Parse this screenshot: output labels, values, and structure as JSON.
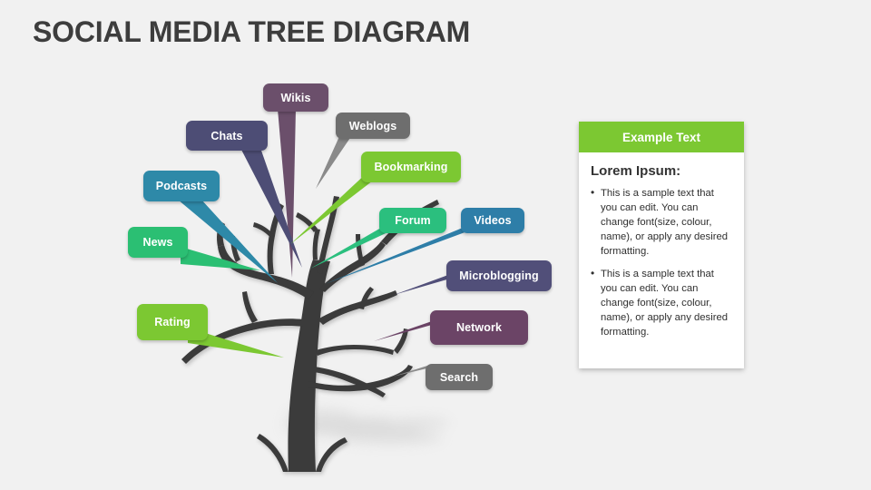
{
  "page": {
    "title": "SOCIAL MEDIA TREE DIAGRAM",
    "background_color": "#f1f1f1",
    "title_color": "#3d3d3d"
  },
  "tree": {
    "trunk_color": "#3a3a3a",
    "shadow_color": "#d8d8d8"
  },
  "labels": [
    {
      "id": "wikis",
      "text": "Wikis",
      "color": "#6b4f6b"
    },
    {
      "id": "chats",
      "text": "Chats",
      "color": "#4d4d75"
    },
    {
      "id": "podcasts",
      "text": "Podcasts",
      "color": "#2e89a8"
    },
    {
      "id": "news",
      "text": "News",
      "color": "#2bbf73"
    },
    {
      "id": "rating",
      "text": "Rating",
      "color": "#7cc832"
    },
    {
      "id": "weblogs",
      "text": "Weblogs",
      "color": "#6e6e6e"
    },
    {
      "id": "bookmarking",
      "text": "Bookmarking",
      "color": "#7cc832"
    },
    {
      "id": "forum",
      "text": "Forum",
      "color": "#2bbf7e"
    },
    {
      "id": "videos",
      "text": "Videos",
      "color": "#2e7ea8"
    },
    {
      "id": "microblogging",
      "text": "Microblogging",
      "color": "#514f79"
    },
    {
      "id": "network",
      "text": "Network",
      "color": "#6b4466"
    },
    {
      "id": "search",
      "text": "Search",
      "color": "#6e6e6e"
    }
  ],
  "panel": {
    "header": "Example Text",
    "header_color": "#7cc832",
    "subtitle": "Lorem Ipsum:",
    "bullets": [
      "This is a sample text that you can edit. You can change font(size, colour, name), or apply any desired formatting.",
      "This is a sample text that you can edit. You can change font(size, colour, name), or apply any desired formatting."
    ]
  }
}
